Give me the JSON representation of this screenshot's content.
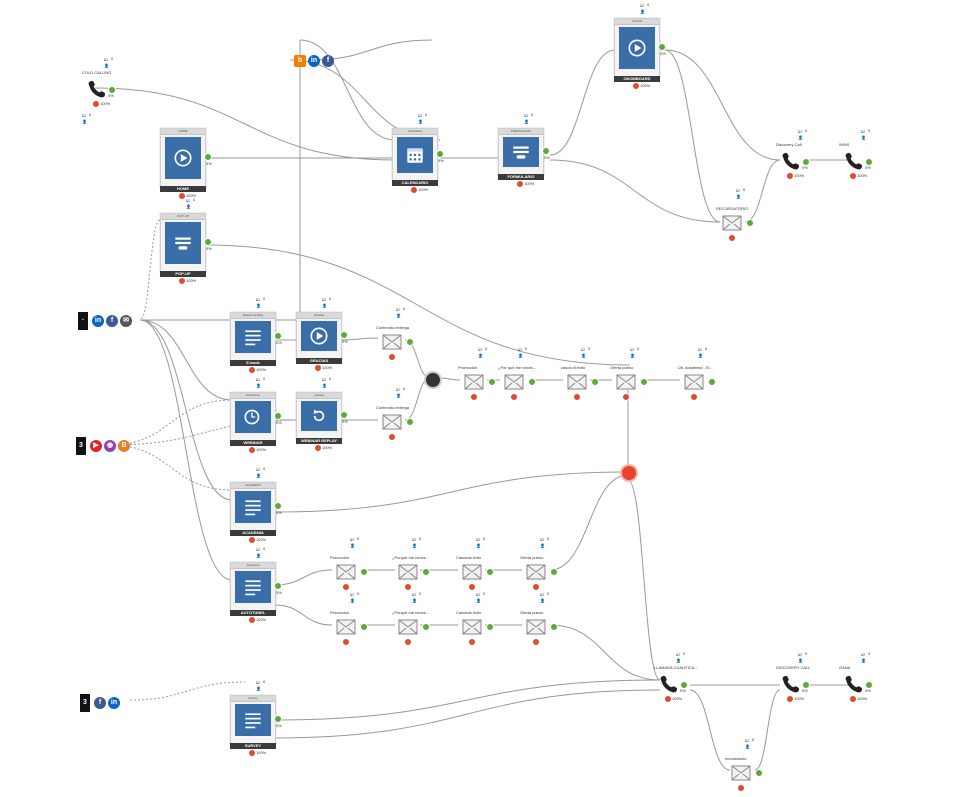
{
  "colors": {
    "accent": "#3a6ea8",
    "link": "#999999",
    "success": "#5aaa3c",
    "alert": "#e04a2f",
    "dark": "#3b3b3b"
  },
  "pages": [
    {
      "id": "home",
      "title": "HOME",
      "header": "HOME",
      "pct": "100%",
      "icon": "play-icon"
    },
    {
      "id": "popup",
      "title": "POP-UP",
      "header": "POP-UP",
      "pct": "100%",
      "icon": "form-icon"
    },
    {
      "id": "calendario",
      "title": "CALENDARIO",
      "header": "Calendario",
      "pct": "100%",
      "icon": "calendar-icon"
    },
    {
      "id": "formulario",
      "title": "FORMULARIO",
      "header": "FORMULARIO",
      "pct": "100%",
      "icon": "form-icon"
    },
    {
      "id": "onomboard",
      "title": "ONOMBOARD",
      "header": "Tutorial",
      "pct": "100%",
      "icon": "play-icon"
    },
    {
      "id": "ebook",
      "title": "E-book",
      "header": "Ebook Landing",
      "pct": "100%",
      "icon": "page-icon"
    },
    {
      "id": "gracias",
      "title": "GRACIAS",
      "header": "Gracias",
      "pct": "100%",
      "icon": "play-icon"
    },
    {
      "id": "webinar",
      "title": "WEBINAR",
      "header": "Inscripcion",
      "pct": "100%",
      "icon": "clock-icon"
    },
    {
      "id": "replay",
      "title": "WEBINAR REPLAY",
      "header": "gracias",
      "pct": "100%",
      "icon": "replay-icon"
    },
    {
      "id": "academia",
      "title": "ACADEMIA",
      "header": "ACADEMIA",
      "pct": "100%",
      "icon": "page-icon"
    },
    {
      "id": "autotunel",
      "title": "AUTOTUNEL",
      "header": "Autotunel",
      "pct": "100%",
      "icon": "list-icon"
    },
    {
      "id": "survey",
      "title": "SURVEY",
      "header": "Survey",
      "pct": "100%",
      "icon": "list-icon"
    }
  ],
  "emails": [
    {
      "id": "contenido1",
      "label": "Contenido entrega"
    },
    {
      "id": "contenido2",
      "label": "Contenido entrega"
    },
    {
      "id": "promo1",
      "label": "Promoción"
    },
    {
      "id": "porque1",
      "label": "¿Por qué me neces..."
    },
    {
      "id": "casos1",
      "label": "casos di éxito"
    },
    {
      "id": "oferta1",
      "label": "Oferta pueno"
    },
    {
      "id": "ult1",
      "label": "Últ. academia - El..."
    },
    {
      "id": "promo2",
      "label": "Promoción"
    },
    {
      "id": "porque2",
      "label": "¿Porqué me neces..."
    },
    {
      "id": "casos2",
      "label": "Casosde éxito"
    },
    {
      "id": "oferta2",
      "label": "Oferta pueno"
    },
    {
      "id": "promo3",
      "label": "Promoción"
    },
    {
      "id": "porque3",
      "label": "¿Porqué me neces..."
    },
    {
      "id": "casos3",
      "label": "Casosde éxito"
    },
    {
      "id": "oferta3",
      "label": "Oferta pueno"
    },
    {
      "id": "recordatorio",
      "label": "RECORDATORIO"
    },
    {
      "id": "recordatorio2",
      "label": "recordatorio"
    }
  ],
  "calls": [
    {
      "id": "cold",
      "label": "COLD CALLING",
      "pct": "100%"
    },
    {
      "id": "discovery",
      "label": "Discovery Call",
      "pct": "100%"
    },
    {
      "id": "won1",
      "label": "WINS",
      "pct": "100%"
    },
    {
      "id": "llamada",
      "label": "LLAMADA CUALIFICA...",
      "pct": "100%"
    },
    {
      "id": "discovery2",
      "label": "DISCOVERY CALL",
      "pct": "100%"
    },
    {
      "id": "won2",
      "label": "GANA",
      "pct": "100%"
    }
  ],
  "sources": [
    {
      "id": "src1",
      "count": "·",
      "icons": [
        "linkedin-icon",
        "facebook-icon",
        "email-icon"
      ]
    },
    {
      "id": "src2",
      "count": "3",
      "icons": [
        "youtube-icon",
        "podcast-icon",
        "blog-icon"
      ]
    },
    {
      "id": "src3",
      "count": "3",
      "icons": [
        "facebook-icon",
        "linkedin-icon"
      ]
    },
    {
      "id": "src4",
      "count": "",
      "icons": [
        "blogger-icon",
        "linkedin-icon",
        "facebook-icon"
      ]
    }
  ],
  "common": {
    "zero": "0",
    "zero_pct": "0%",
    "badge_count": "0"
  }
}
